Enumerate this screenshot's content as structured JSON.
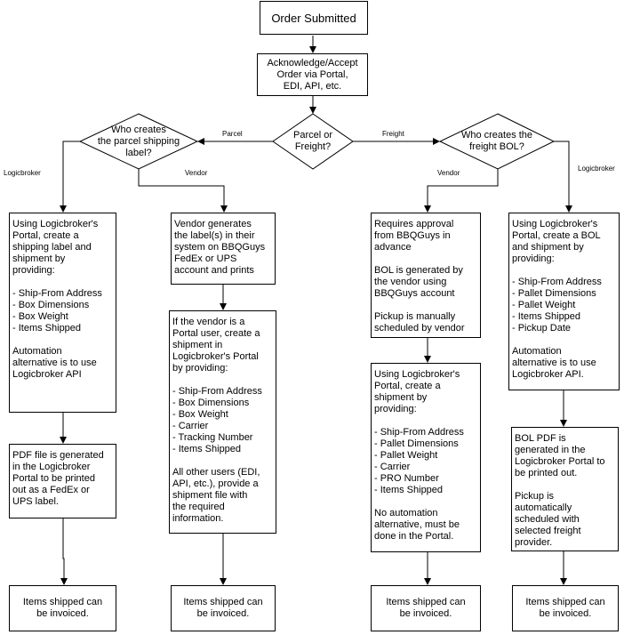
{
  "nodes": {
    "order_submitted": "Order Submitted",
    "acknowledge": "Acknowledge/Accept\nOrder via Portal,\nEDI, API, etc.",
    "parcel_or_freight": "Parcel or\nFreight?",
    "who_parcel": "Who creates\nthe parcel shipping\nlabel?",
    "who_freight": "Who creates the\nfreight BOL?",
    "lb_parcel_portal": "Using Logicbroker's\nPortal, create a\nshipping label and\nshipment by\nproviding:\n\n- Ship-From Address\n- Box Dimensions\n- Box Weight\n- Items Shipped\n\nAutomation\nalternative is to use\nLogicbroker API",
    "vendor_label": "Vendor generates\nthe label(s) in their\nsystem on BBQGuys\nFedEx or UPS\naccount and prints",
    "vendor_portal_user": "If the vendor is a\nPortal user, create a\nshipment in\nLogicbroker's Portal\nby providing:\n\n- Ship-From Address\n- Box Dimensions\n- Box Weight\n- Carrier\n- Tracking Number\n- Items Shipped\n\nAll other users (EDI,\nAPI, etc.), provide a\nshipment file with\nthe required\ninformation.",
    "pdf_generated": "PDF file is generated\nin the Logicbroker\nPortal to be printed\nout as a FedEx or\nUPS label.",
    "requires_approval": "Requires approval\nfrom BBQGuys in\nadvance\n\nBOL is generated by\nthe vendor using\nBBQGuys account\n\nPickup is manually\nscheduled by vendor",
    "vendor_freight_portal": "Using Logicbroker's\nPortal, create a\nshipment by\nproviding:\n\n- Ship-From Address\n- Pallet Dimensions\n- Pallet Weight\n- Carrier\n- PRO Number\n- Items Shipped\n\nNo automation\nalternative, must be\ndone in the Portal.",
    "lb_freight_portal": "Using Logicbroker's\nPortal, create a BOL\nand shipment by\nproviding:\n\n- Ship-From Address\n- Pallet Dimensions\n- Pallet Weight\n- Items Shipped\n- Pickup Date\n\nAutomation\nalternative is to use\nLogicbroker API.",
    "bol_pdf": "BOL PDF is\ngenerated in the\nLogicbroker Portal to\nbe printed out.\n\nPickup is\nautomatically\nscheduled with\nselected freight\nprovider.",
    "invoiced_1": "Items shipped can\nbe invoiced.",
    "invoiced_2": "Items shipped can\nbe invoiced.",
    "invoiced_3": "Items shipped can\nbe invoiced.",
    "invoiced_4": "Items shipped can\nbe invoiced."
  },
  "edge_labels": {
    "parcel": "Parcel",
    "freight": "Freight",
    "logicbroker_left": "Logicbroker",
    "vendor_left": "Vendor",
    "vendor_right": "Vendor",
    "logicbroker_right": "Logicbroker"
  }
}
